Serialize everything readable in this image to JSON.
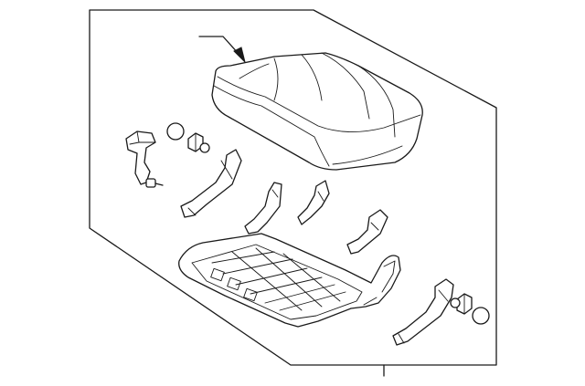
{
  "diagram": {
    "parts": [
      {
        "id": "seat-cushion-pad",
        "kind": "cushion"
      },
      {
        "id": "hinge-bracket-left",
        "kind": "bracket"
      },
      {
        "id": "grommet-left",
        "kind": "grommet"
      },
      {
        "id": "bushing-left",
        "kind": "bushing"
      },
      {
        "id": "cover-trim-left",
        "kind": "trim"
      },
      {
        "id": "bracket-center-left",
        "kind": "bracket"
      },
      {
        "id": "bracket-center",
        "kind": "bracket"
      },
      {
        "id": "bracket-center-right",
        "kind": "bracket"
      },
      {
        "id": "seat-frame",
        "kind": "frame"
      },
      {
        "id": "cover-trim-right",
        "kind": "trim"
      },
      {
        "id": "bushing-right",
        "kind": "bushing"
      },
      {
        "id": "grommet-right",
        "kind": "grommet"
      }
    ]
  }
}
